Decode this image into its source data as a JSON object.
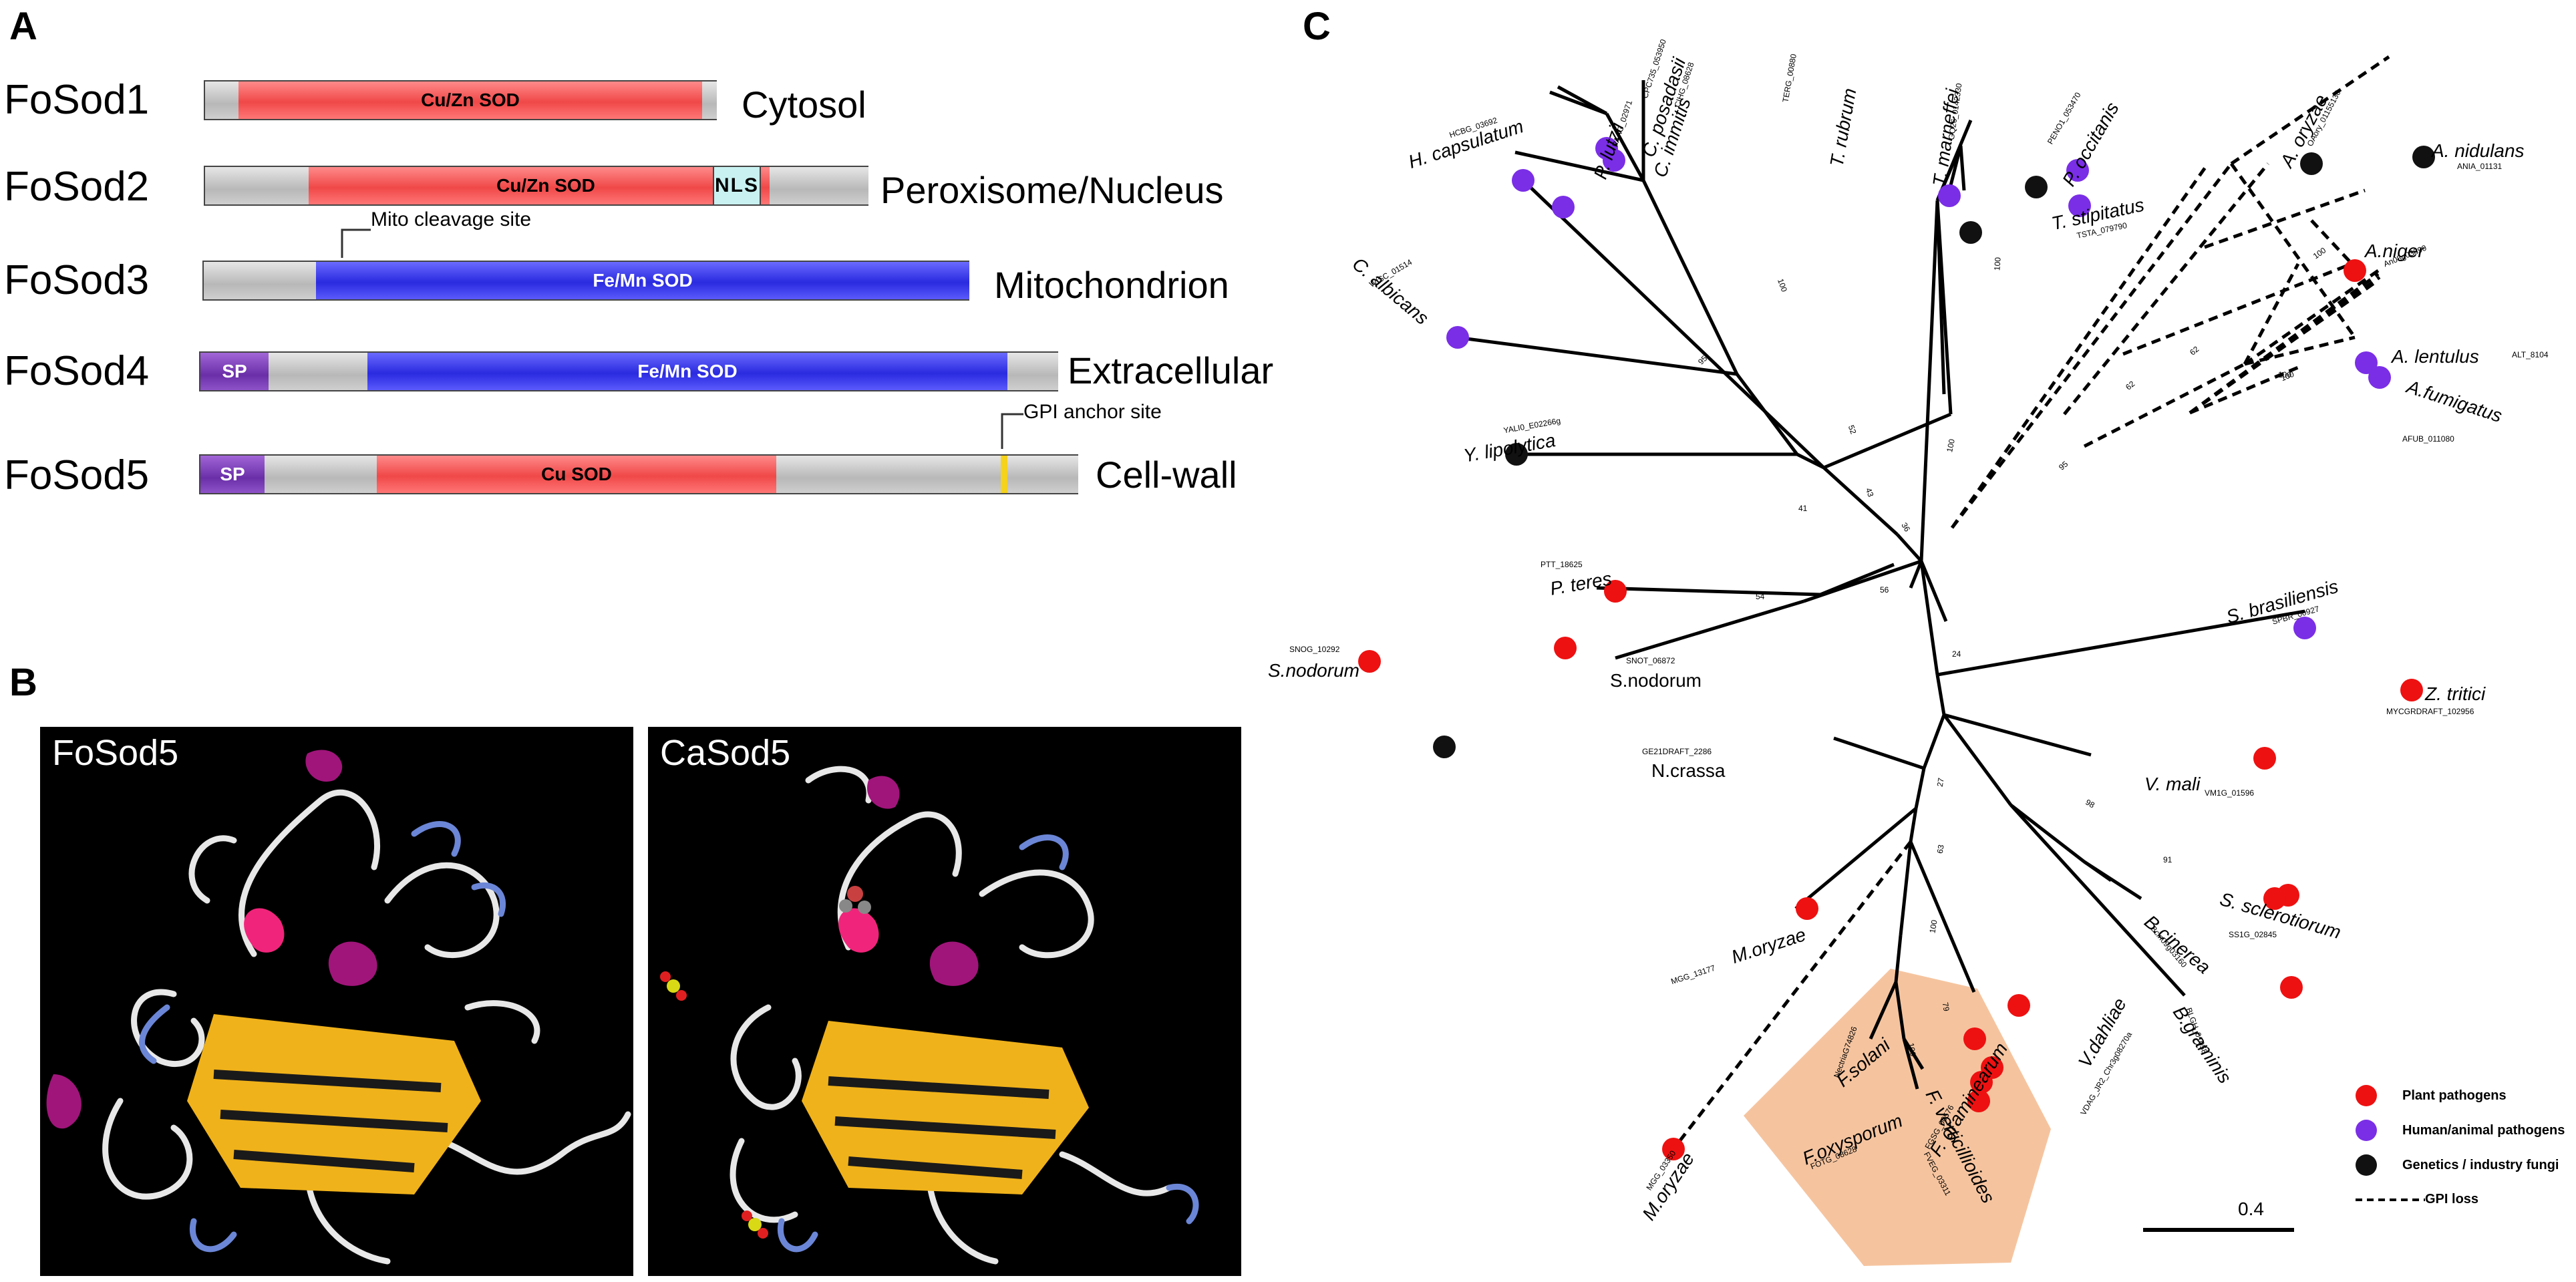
{
  "panel_a": {
    "letter": "A",
    "proteins": [
      {
        "name": "FoSod1",
        "domain": "Cu/Zn SOD",
        "location": "Cytosol"
      },
      {
        "name": "FoSod2",
        "domain": "Cu/Zn SOD",
        "extra": "NLS",
        "location": "Peroxisome/Nucleus"
      },
      {
        "name": "FoSod3",
        "domain": "Fe/Mn SOD",
        "location": "Mitochondrion",
        "annotation": "Mito cleavage site"
      },
      {
        "name": "FoSod4",
        "domain": "Fe/Mn SOD",
        "signal": "SP",
        "location": "Extracellular"
      },
      {
        "name": "FoSod5",
        "domain": "Cu SOD",
        "signal": "SP",
        "location": "Cell-wall",
        "annotation": "GPI anchor site"
      }
    ]
  },
  "panel_b": {
    "letter": "B",
    "structures": [
      {
        "label": "FoSod5"
      },
      {
        "label": "CaSod5"
      }
    ]
  },
  "panel_c": {
    "letter": "C",
    "leaves": [
      {
        "name": "H. capsulatum",
        "accession": "HCBG_03692",
        "group": "human"
      },
      {
        "name": "P. lutzii",
        "accession": "PAAG_02971",
        "group": "human"
      },
      {
        "name": "C. posadasii",
        "accession": "CPC735_053950",
        "group": "human"
      },
      {
        "name": "C. immitis",
        "accession": "CIHG_08628",
        "group": "human"
      },
      {
        "name": "T. rubrum",
        "accession": "TERG_00880",
        "group": "human"
      },
      {
        "name": "T. marneffei",
        "accession": "GQ26_0142330",
        "group": "human"
      },
      {
        "name": "P. occitanis",
        "accession": "PENO1_053470",
        "group": "genetics"
      },
      {
        "name": "T. stipitatus",
        "accession": "TSTA_079790",
        "group": "genetics"
      },
      {
        "name": "A. oryzae",
        "accession": "OAory_01155130",
        "group": "genetics"
      },
      {
        "name": "A. nidulans",
        "accession": "ANIA_01131",
        "group": "genetics"
      },
      {
        "name": "A.niger",
        "accession": "An08g03890",
        "group": "plant"
      },
      {
        "name": "A. lentulus",
        "accession": "ALT_8104",
        "group": "human"
      },
      {
        "name": "A.fumigatus",
        "accession": "AFUB_011080",
        "group": "human"
      },
      {
        "name": "C. albicans",
        "accession": "WISC_01514",
        "group": "human"
      },
      {
        "name": "Y. lipolytica",
        "accession": "YALI0_E02266g",
        "group": "genetics"
      },
      {
        "name": "P. teres",
        "accession": "PTT_18625",
        "group": "plant"
      },
      {
        "name": "S.nodorum",
        "accession": "SNOG_10292",
        "group": "plant"
      },
      {
        "name": "S.nodorum",
        "accession": "SNOT_06872",
        "group": "plant"
      },
      {
        "name": "N.crassa",
        "accession": "GE21DRAFT_2286",
        "group": "genetics"
      },
      {
        "name": "S. brasiliensis",
        "accession": "SPBR_00927",
        "group": "human"
      },
      {
        "name": "Z. tritici",
        "accession": "MYCGRDRAFT_102956",
        "group": "plant"
      },
      {
        "name": "V. mali",
        "accession": "VM1G_01596",
        "group": "plant"
      },
      {
        "name": "S. sclerotiorum",
        "accession": "SS1G_02845",
        "group": "plant"
      },
      {
        "name": "B.cinerea",
        "accession": "Bcin09g03160",
        "group": "plant"
      },
      {
        "name": "B.graminis",
        "accession": "BLGH_01058",
        "group": "plant"
      },
      {
        "name": "M.oryzae",
        "accession": "MGG_13177",
        "group": "plant"
      },
      {
        "name": "M.oryzae",
        "accession": "MGG_03350",
        "group": "plant"
      },
      {
        "name": "V.dahliae",
        "accession": "VDAG_JR2_Chr3g08270a",
        "group": "plant"
      },
      {
        "name": "F.solani",
        "accession": "NectriaG74826",
        "group": "plant"
      },
      {
        "name": "F. graminearum",
        "accession": "FGSG_00576",
        "group": "plant"
      },
      {
        "name": "F.oxysporum",
        "accession": "FOTG_08628",
        "group": "plant"
      },
      {
        "name": "F. verticillioides",
        "accession": "FVEG_03311",
        "group": "plant"
      }
    ],
    "bootstrap": [
      "100",
      "95",
      "52",
      "43",
      "41",
      "36",
      "100",
      "100",
      "100",
      "100",
      "62",
      "62",
      "95",
      "100",
      "54",
      "56",
      "24",
      "27",
      "98",
      "91",
      "100",
      "79",
      "100",
      "63"
    ],
    "legend": [
      {
        "label": "Plant pathogens",
        "color": "#ee1111"
      },
      {
        "label": "Human/animal pathogens",
        "color": "#7a2ee6"
      },
      {
        "label": "Genetics / industry fungi",
        "color": "#111111"
      },
      {
        "label": "GPI loss",
        "style": "dashed"
      }
    ],
    "scale_label": "0.4"
  }
}
